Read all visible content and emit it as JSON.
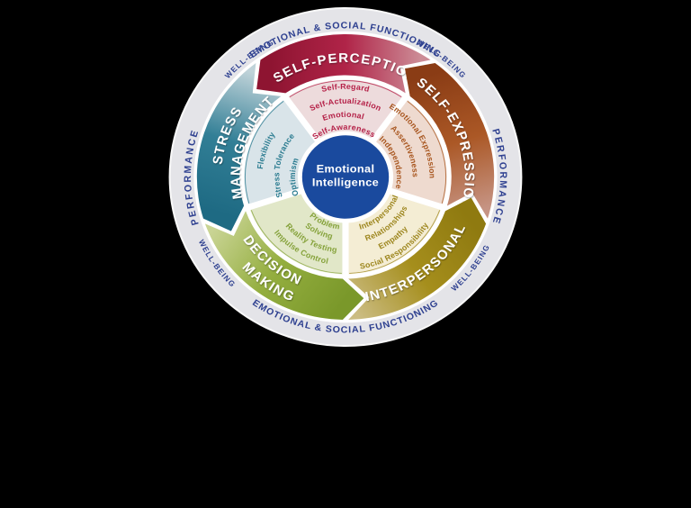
{
  "canvas": {
    "background": "#000000"
  },
  "wheel": {
    "outer_ring": {
      "fill": "#e4e4e8",
      "edge": "#f8f8f8",
      "label_color": "#2e4090",
      "labels": [
        {
          "id": "functioning-top",
          "text": "EMOTIONAL & SOCIAL FUNCTIONING",
          "angle": 0,
          "reversed": false,
          "size": 10.2,
          "spacing": 0.9
        },
        {
          "id": "functioning-bottom",
          "text": "EMOTIONAL & SOCIAL FUNCTIONING",
          "angle": 180,
          "reversed": true,
          "size": 10.2,
          "spacing": 0.9
        },
        {
          "id": "performance-left",
          "text": "PERFORMANCE",
          "angle": 270,
          "reversed": false,
          "size": 10.5,
          "spacing": 2.2
        },
        {
          "id": "performance-right",
          "text": "PERFORMANCE",
          "angle": 90,
          "reversed": false,
          "size": 10.5,
          "spacing": 2.2
        },
        {
          "id": "well-being-upper-left",
          "text": "WELL-BEING",
          "angle": 322,
          "reversed": false,
          "size": 8.3,
          "spacing": 1.1
        },
        {
          "id": "well-being-upper-right",
          "text": "WELL-BEING",
          "angle": 38,
          "reversed": false,
          "size": 8.3,
          "spacing": 1.1
        },
        {
          "id": "well-being-lower-right",
          "text": "WELL-BEING",
          "angle": 127,
          "reversed": true,
          "size": 8.3,
          "spacing": 1.1
        },
        {
          "id": "well-being-lower-left",
          "text": "WELL-BEING",
          "angle": 235,
          "reversed": true,
          "size": 8.3,
          "spacing": 1.1
        }
      ]
    },
    "center": {
      "lines": [
        "Emotional",
        "Intelligence"
      ],
      "fill": "#1a4a9e",
      "text_color": "#ffffff"
    },
    "label_color": "#ffffff",
    "subscale_size": 8.6,
    "subscale_spacing": 0.2,
    "segments": [
      {
        "id": "self-perception",
        "start": 324,
        "end": 396,
        "band_colors": [
          "#8e1431",
          "#b02448",
          "#cc8c96"
        ],
        "pale_fill": "#eddbdc",
        "subscale_color": "#b52148",
        "label_reversed": false,
        "label_lines": [
          {
            "text": "SELF-PERCEPTION",
            "angle": 0,
            "r": 133,
            "size": 14.5,
            "spacing": 1.3
          }
        ],
        "subscale_rows": [
          {
            "text": "Self-Regard",
            "r": 101,
            "angle": 0
          },
          {
            "text": "Self-Actualization",
            "r": 85,
            "angle": 0
          },
          {
            "text": "Emotional",
            "r": 70,
            "angle": 358
          },
          {
            "text": "Self-Awareness",
            "r": 56,
            "angle": 358
          }
        ]
      },
      {
        "id": "self-expression",
        "start": 36,
        "end": 108,
        "band_colors": [
          "#8a3c15",
          "#ab5826",
          "#c69484"
        ],
        "pale_fill": "#eedacf",
        "subscale_color": "#a8561f",
        "label_reversed": false,
        "label_lines": [
          {
            "text": "SELF-EXPRESSION",
            "angle": 71,
            "r": 133,
            "size": 14.5,
            "spacing": 1.3
          }
        ],
        "subscale_rows": [
          {
            "text": "Emotional Expression",
            "r": 93,
            "angle": 61
          },
          {
            "text": "Assertiveness",
            "r": 75,
            "angle": 66
          },
          {
            "text": "Independence",
            "r": 58,
            "angle": 72
          }
        ]
      },
      {
        "id": "interpersonal",
        "start": 108,
        "end": 180,
        "band_colors": [
          "#8f7a10",
          "#a58e1c",
          "#cbbc82"
        ],
        "pale_fill": "#f4edd4",
        "subscale_color": "#9c851c",
        "label_reversed": true,
        "label_lines": [
          {
            "text": "INTERPERSONAL",
            "angle": 142,
            "r": 134,
            "size": 14.5,
            "spacing": 1.3
          }
        ],
        "subscale_rows": [
          {
            "text": "Interpersonal",
            "r": 57,
            "angle": 138
          },
          {
            "text": "Relationships",
            "r": 71,
            "angle": 140
          },
          {
            "text": "Empathy",
            "r": 85,
            "angle": 143
          },
          {
            "text": "Social Responsibility",
            "r": 100,
            "angle": 146
          }
        ]
      },
      {
        "id": "decision-making",
        "start": 180,
        "end": 252,
        "band_colors": [
          "#7a982a",
          "#94ae3f",
          "#c9d494"
        ],
        "pale_fill": "#e1e7c8",
        "subscale_color": "#85a23a",
        "label_reversed": true,
        "label_lines": [
          {
            "text": "DECISION",
            "angle": 220,
            "r": 124,
            "size": 14.5,
            "spacing": 1.3
          },
          {
            "text": "MAKING",
            "angle": 215,
            "r": 144,
            "size": 14.5,
            "spacing": 1.3
          }
        ],
        "subscale_rows": [
          {
            "text": "Problem",
            "r": 55,
            "angle": 204
          },
          {
            "text": "Solving",
            "r": 67,
            "angle": 205
          },
          {
            "text": "Reality Testing",
            "r": 81,
            "angle": 208
          },
          {
            "text": "Impulse Control",
            "r": 95,
            "angle": 211
          }
        ]
      },
      {
        "id": "stress-management",
        "start": 252,
        "end": 324,
        "band_colors": [
          "#1e6a83",
          "#327f96",
          "#c0d3d9"
        ],
        "pale_fill": "#d9e4e9",
        "subscale_color": "#2a7b90",
        "label_reversed": false,
        "label_lines": [
          {
            "text": "STRESS",
            "angle": 290,
            "r": 138,
            "size": 14.5,
            "spacing": 1.3
          },
          {
            "text": "MANAGEMENT",
            "angle": 288,
            "r": 118,
            "size": 14.5,
            "spacing": 1.3
          }
        ],
        "subscale_rows": [
          {
            "text": "Flexibility",
            "r": 92,
            "angle": 289
          },
          {
            "text": "Stress Tolerance",
            "r": 74,
            "angle": 281
          },
          {
            "text": "Optimism",
            "r": 57,
            "angle": 270
          }
        ]
      }
    ]
  }
}
